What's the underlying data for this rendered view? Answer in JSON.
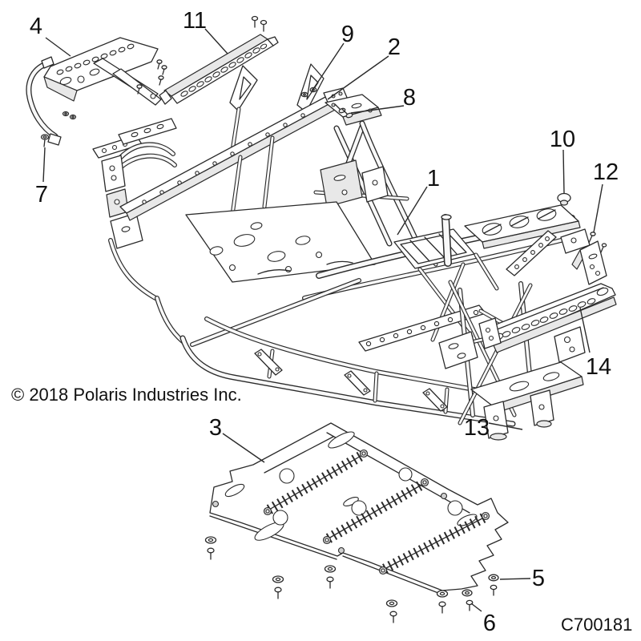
{
  "diagram": {
    "copyright": "© 2018 Polaris Industries Inc.",
    "drawing_number": "C700181",
    "colors": {
      "line": "#2a2a2a",
      "background": "#ffffff",
      "text": "#111111"
    },
    "callouts": [
      {
        "number": "1"
      },
      {
        "number": "2"
      },
      {
        "number": "3"
      },
      {
        "number": "4"
      },
      {
        "number": "5"
      },
      {
        "number": "6"
      },
      {
        "number": "7"
      },
      {
        "number": "8"
      },
      {
        "number": "9"
      },
      {
        "number": "10"
      },
      {
        "number": "11"
      },
      {
        "number": "12"
      },
      {
        "number": "13"
      },
      {
        "number": "14"
      }
    ]
  }
}
